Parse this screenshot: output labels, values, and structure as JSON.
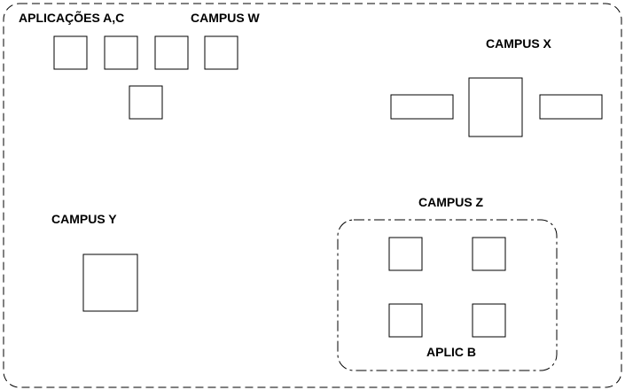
{
  "labels": {
    "aplicacoes_ac": "APLICAÇÕES A,C",
    "campus_w": "CAMPUS W",
    "campus_x": "CAMPUS X",
    "campus_y": "CAMPUS Y",
    "campus_z": "CAMPUS Z",
    "aplic_b": "APLIC B"
  }
}
